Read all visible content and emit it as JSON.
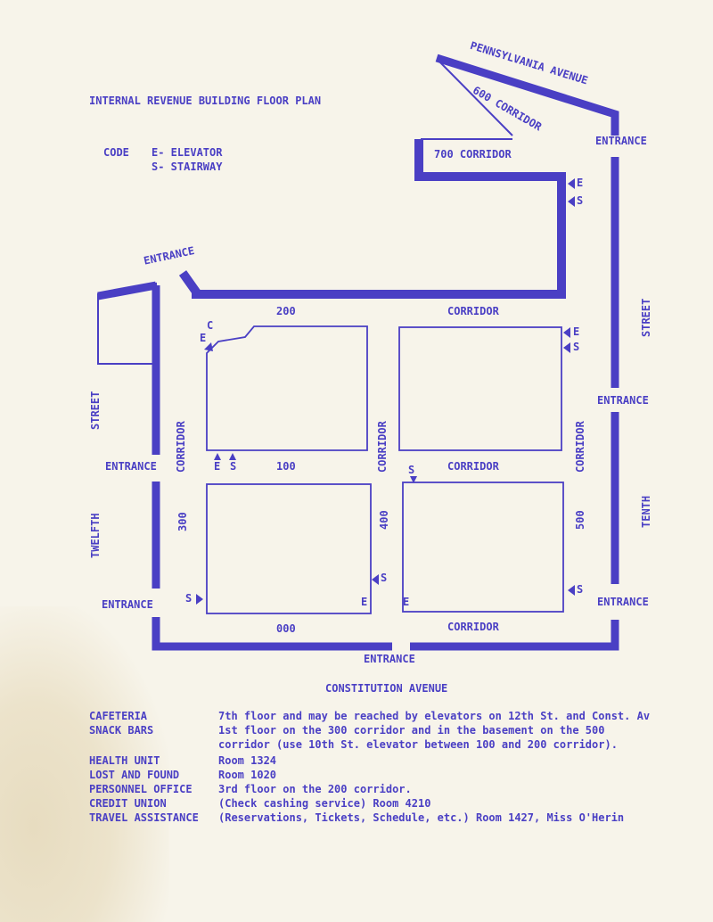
{
  "title": "INTERNAL REVENUE BUILDING FLOOR PLAN",
  "code": {
    "label": "CODE",
    "elevator": "E- ELEVATOR",
    "stairway": "S- STAIRWAY"
  },
  "streets": {
    "pennsylvania": "PENNSYLVANIA AVENUE",
    "constitution": "CONSTITUTION AVENUE",
    "street_left": "STREET",
    "twelfth": "TWELFTH",
    "street_right": "STREET",
    "tenth": "TENTH"
  },
  "corridors": {
    "c600": "600 CORRIDOR",
    "c700": "700 CORRIDOR",
    "c200_num": "200",
    "c200_word": "CORRIDOR",
    "c100_num": "100",
    "c100_word": "CORRIDOR",
    "c000_num": "000",
    "c000_word": "CORRIDOR",
    "c300_num": "300",
    "c300_word": "CORRIDOR",
    "c400_num": "400",
    "c400_word": "CORRIDOR",
    "c500_num": "500",
    "c500_word": "CORRIDOR"
  },
  "entrances": {
    "top_right": "ENTRANCE",
    "top_left": "ENTRANCE",
    "left_mid": "ENTRANCE",
    "left_low": "ENTRANCE",
    "right_mid": "ENTRANCE",
    "right_low": "ENTRANCE",
    "bottom": "ENTRANCE"
  },
  "markers": {
    "e": "E",
    "s": "S",
    "c": "C"
  },
  "info": [
    {
      "label": "CAFETERIA",
      "text": "7th floor and may be reached by elevators on 12th St. and Const. Av"
    },
    {
      "label": "SNACK BARS",
      "text": "1st floor on the 300 corridor and in the basement on the 500"
    },
    {
      "label": "",
      "text": "corridor (use 10th St. elevator between 100 and 200 corridor)."
    },
    {
      "label": "HEALTH UNIT",
      "text": "Room 1324"
    },
    {
      "label": "LOST AND FOUND",
      "text": "Room 1020"
    },
    {
      "label": "PERSONNEL OFFICE",
      "text": "3rd floor on the 200 corridor."
    },
    {
      "label": "CREDIT UNION",
      "text": "(Check cashing service) Room 4210"
    },
    {
      "label": "TRAVEL ASSISTANCE",
      "text": "(Reservations, Tickets, Schedule, etc.) Room 1427, Miss O'Herin"
    }
  ],
  "colors": {
    "ink": "#4a3fc4",
    "paper": "#f7f4ea"
  }
}
